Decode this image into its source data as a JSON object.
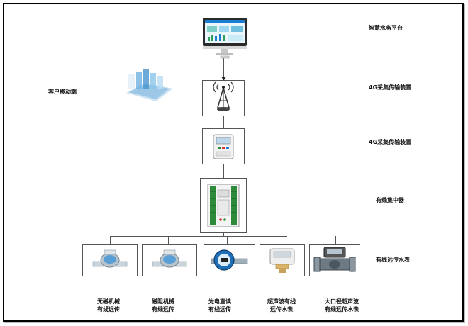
{
  "levels": {
    "platform": "智慧水务平台",
    "mobile": "客户移动端",
    "gateway": "4G采集传输装置",
    "collector": "4G采集传输装置",
    "concentrator": "有线集中器",
    "meters": "有线远传水表"
  },
  "meters": [
    {
      "line1": "无磁机械",
      "line2": "有线远传",
      "icon": "mechanical-water-meter-icon"
    },
    {
      "line1": "磁阻机械",
      "line2": "有线远传",
      "icon": "mechanical-water-meter-icon"
    },
    {
      "line1": "光电直读",
      "line2": "有线远传",
      "icon": "photoelectric-water-meter-icon"
    },
    {
      "line1": "超声波有线",
      "line2": "远传水表",
      "icon": "ultrasonic-water-meter-icon"
    },
    {
      "line1": "大口径超声波",
      "line2": "有线远传水表",
      "icon": "large-ultrasonic-water-meter-icon"
    }
  ],
  "colors": {
    "line": "#555555",
    "accent": "#1a7fd0",
    "green": "#2e8b3a"
  }
}
